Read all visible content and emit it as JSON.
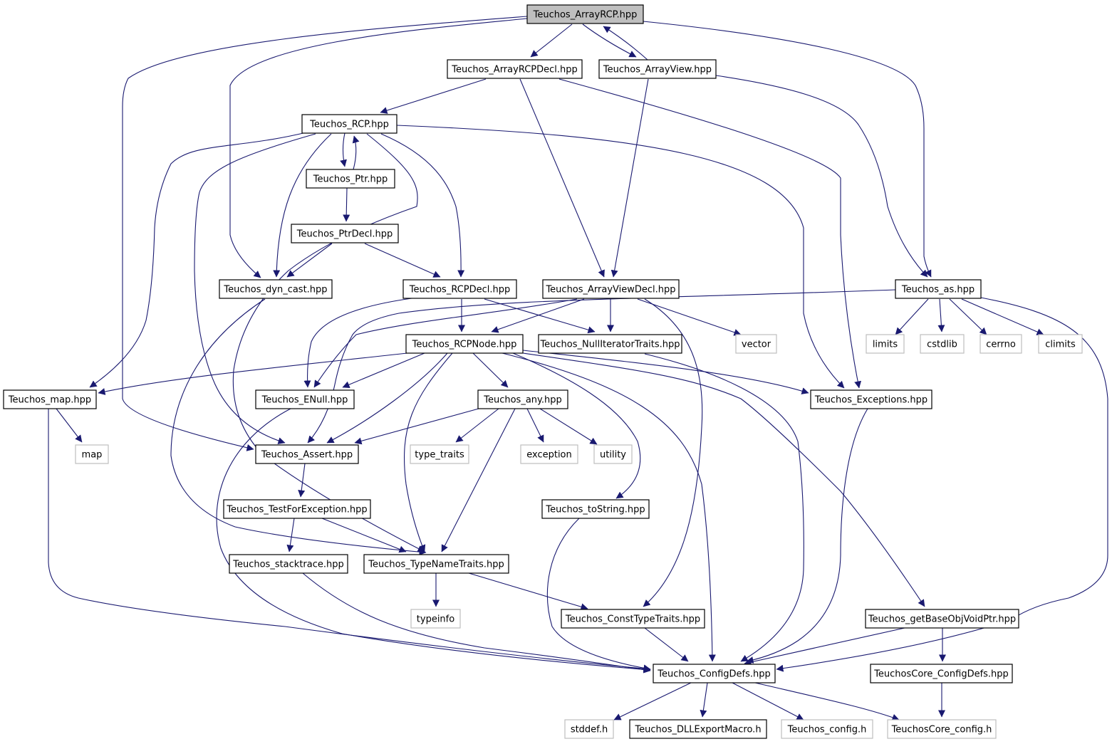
{
  "diagram": {
    "colors": {
      "edge": "#191970",
      "node_border": "#000000",
      "system_node_border": "#bfbfbf",
      "root_fill": "#bfbfbf",
      "background": "#ffffff"
    },
    "nodes": [
      {
        "id": "n0",
        "label": "Teuchos_ArrayRCP.hpp",
        "kind": "root"
      },
      {
        "id": "n1",
        "label": "Teuchos_ArrayRCPDecl.hpp",
        "kind": "project"
      },
      {
        "id": "n2",
        "label": "Teuchos_ArrayView.hpp",
        "kind": "project"
      },
      {
        "id": "n3",
        "label": "Teuchos_RCP.hpp",
        "kind": "project"
      },
      {
        "id": "n4",
        "label": "Teuchos_Ptr.hpp",
        "kind": "project"
      },
      {
        "id": "n5",
        "label": "Teuchos_PtrDecl.hpp",
        "kind": "project"
      },
      {
        "id": "n6",
        "label": "Teuchos_dyn_cast.hpp",
        "kind": "project"
      },
      {
        "id": "n7",
        "label": "Teuchos_RCPDecl.hpp",
        "kind": "project"
      },
      {
        "id": "n8",
        "label": "Teuchos_ArrayViewDecl.hpp",
        "kind": "project"
      },
      {
        "id": "n9",
        "label": "Teuchos_as.hpp",
        "kind": "project"
      },
      {
        "id": "n10",
        "label": "Teuchos_RCPNode.hpp",
        "kind": "project"
      },
      {
        "id": "n11",
        "label": "Teuchos_NullIteratorTraits.hpp",
        "kind": "project"
      },
      {
        "id": "n12",
        "label": "vector",
        "kind": "system"
      },
      {
        "id": "n13",
        "label": "limits",
        "kind": "system"
      },
      {
        "id": "n14",
        "label": "cstdlib",
        "kind": "system"
      },
      {
        "id": "n15",
        "label": "cerrno",
        "kind": "system"
      },
      {
        "id": "n16",
        "label": "climits",
        "kind": "system"
      },
      {
        "id": "n17",
        "label": "Teuchos_map.hpp",
        "kind": "project"
      },
      {
        "id": "n18",
        "label": "Teuchos_ENull.hpp",
        "kind": "project"
      },
      {
        "id": "n19",
        "label": "Teuchos_any.hpp",
        "kind": "project"
      },
      {
        "id": "n20",
        "label": "Teuchos_Exceptions.hpp",
        "kind": "project"
      },
      {
        "id": "n21",
        "label": "map",
        "kind": "system"
      },
      {
        "id": "n22",
        "label": "Teuchos_Assert.hpp",
        "kind": "project"
      },
      {
        "id": "n23",
        "label": "type_traits",
        "kind": "system"
      },
      {
        "id": "n24",
        "label": "exception",
        "kind": "system"
      },
      {
        "id": "n25",
        "label": "utility",
        "kind": "system"
      },
      {
        "id": "n26",
        "label": "Teuchos_TestForException.hpp",
        "kind": "project"
      },
      {
        "id": "n27",
        "label": "Teuchos_toString.hpp",
        "kind": "project"
      },
      {
        "id": "n28",
        "label": "Teuchos_stacktrace.hpp",
        "kind": "project"
      },
      {
        "id": "n29",
        "label": "Teuchos_TypeNameTraits.hpp",
        "kind": "project"
      },
      {
        "id": "n30",
        "label": "typeinfo",
        "kind": "system"
      },
      {
        "id": "n31",
        "label": "Teuchos_ConstTypeTraits.hpp",
        "kind": "project"
      },
      {
        "id": "n32",
        "label": "Teuchos_getBaseObjVoidPtr.hpp",
        "kind": "project"
      },
      {
        "id": "n33",
        "label": "Teuchos_ConfigDefs.hpp",
        "kind": "project"
      },
      {
        "id": "n34",
        "label": "TeuchosCore_ConfigDefs.hpp",
        "kind": "project"
      },
      {
        "id": "n35",
        "label": "stddef.h",
        "kind": "system"
      },
      {
        "id": "n36",
        "label": "Teuchos_DLLExportMacro.h",
        "kind": "project"
      },
      {
        "id": "n37",
        "label": "Teuchos_config.h",
        "kind": "system"
      },
      {
        "id": "n38",
        "label": "TeuchosCore_config.h",
        "kind": "system"
      }
    ],
    "edges": [
      {
        "from": "n0",
        "to": "n1"
      },
      {
        "from": "n0",
        "to": "n2"
      },
      {
        "from": "n2",
        "to": "n0"
      },
      {
        "from": "n0",
        "to": "n6"
      },
      {
        "from": "n0",
        "to": "n22"
      },
      {
        "from": "n0",
        "to": "n9"
      },
      {
        "from": "n1",
        "to": "n3"
      },
      {
        "from": "n1",
        "to": "n8"
      },
      {
        "from": "n1",
        "to": "n20"
      },
      {
        "from": "n2",
        "to": "n8"
      },
      {
        "from": "n2",
        "to": "n9"
      },
      {
        "from": "n3",
        "to": "n4"
      },
      {
        "from": "n4",
        "to": "n3"
      },
      {
        "from": "n3",
        "to": "n6"
      },
      {
        "from": "n3",
        "to": "n7"
      },
      {
        "from": "n3",
        "to": "n17"
      },
      {
        "from": "n3",
        "to": "n22"
      },
      {
        "from": "n3",
        "to": "n29"
      },
      {
        "from": "n3",
        "to": "n20"
      },
      {
        "from": "n4",
        "to": "n5"
      },
      {
        "from": "n5",
        "to": "n6"
      },
      {
        "from": "n5",
        "to": "n7"
      },
      {
        "from": "n6",
        "to": "n29"
      },
      {
        "from": "n7",
        "to": "n10"
      },
      {
        "from": "n7",
        "to": "n18"
      },
      {
        "from": "n7",
        "to": "n11"
      },
      {
        "from": "n8",
        "to": "n10"
      },
      {
        "from": "n8",
        "to": "n11"
      },
      {
        "from": "n8",
        "to": "n12"
      },
      {
        "from": "n8",
        "to": "n18"
      },
      {
        "from": "n8",
        "to": "n31"
      },
      {
        "from": "n9",
        "to": "n13"
      },
      {
        "from": "n9",
        "to": "n14"
      },
      {
        "from": "n9",
        "to": "n15"
      },
      {
        "from": "n9",
        "to": "n16"
      },
      {
        "from": "n9",
        "to": "n22"
      },
      {
        "from": "n9",
        "to": "n33"
      },
      {
        "from": "n10",
        "to": "n17"
      },
      {
        "from": "n10",
        "to": "n18"
      },
      {
        "from": "n10",
        "to": "n22"
      },
      {
        "from": "n10",
        "to": "n19"
      },
      {
        "from": "n10",
        "to": "n20"
      },
      {
        "from": "n10",
        "to": "n29"
      },
      {
        "from": "n10",
        "to": "n27"
      },
      {
        "from": "n10",
        "to": "n33"
      },
      {
        "from": "n10",
        "to": "n32"
      },
      {
        "from": "n11",
        "to": "n33"
      },
      {
        "from": "n17",
        "to": "n21"
      },
      {
        "from": "n17",
        "to": "n33"
      },
      {
        "from": "n18",
        "to": "n33"
      },
      {
        "from": "n19",
        "to": "n22"
      },
      {
        "from": "n19",
        "to": "n23"
      },
      {
        "from": "n19",
        "to": "n24"
      },
      {
        "from": "n19",
        "to": "n25"
      },
      {
        "from": "n19",
        "to": "n29"
      },
      {
        "from": "n20",
        "to": "n33"
      },
      {
        "from": "n22",
        "to": "n26"
      },
      {
        "from": "n26",
        "to": "n28"
      },
      {
        "from": "n26",
        "to": "n29"
      },
      {
        "from": "n27",
        "to": "n33"
      },
      {
        "from": "n28",
        "to": "n33"
      },
      {
        "from": "n29",
        "to": "n30"
      },
      {
        "from": "n29",
        "to": "n31"
      },
      {
        "from": "n31",
        "to": "n33"
      },
      {
        "from": "n32",
        "to": "n33"
      },
      {
        "from": "n32",
        "to": "n34"
      },
      {
        "from": "n33",
        "to": "n35"
      },
      {
        "from": "n33",
        "to": "n36"
      },
      {
        "from": "n33",
        "to": "n37"
      },
      {
        "from": "n33",
        "to": "n38"
      },
      {
        "from": "n34",
        "to": "n38"
      }
    ]
  }
}
